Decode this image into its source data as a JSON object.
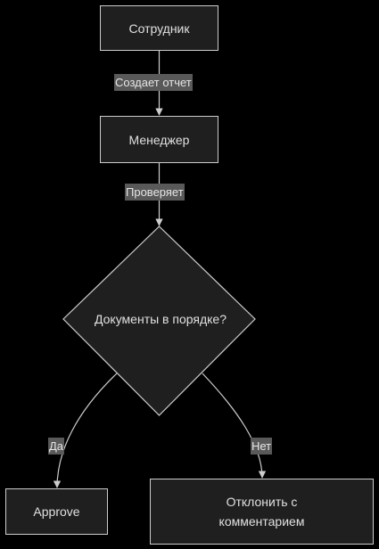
{
  "nodes": {
    "employee": "Сотрудник",
    "manager": "Менеджер",
    "decision": "Документы в порядке?",
    "approve": "Approve",
    "reject_line1": "Отклонить с",
    "reject_line2": "комментарием"
  },
  "edges": {
    "creates_report": "Создает отчет",
    "checks": "Проверяет",
    "yes": "Да",
    "no": "Нет"
  },
  "colors": {
    "background": "#000000",
    "node_fill": "#1f1f1f",
    "node_stroke": "#cccccc",
    "edge_stroke": "#cccccc",
    "label_fill": "#595959",
    "text": "#e0e0e0"
  }
}
